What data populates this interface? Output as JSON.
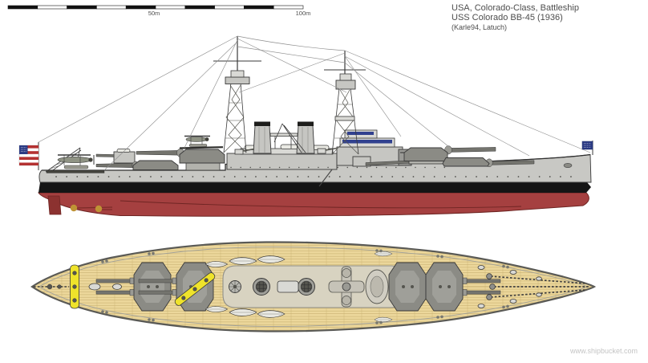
{
  "title": {
    "line1": "USA, Colorado-Class, Battleship",
    "line2": "USS Colorado BB-45 (1936)",
    "line3": "(Karle94, Latuch)"
  },
  "scale_bar": {
    "mid_label": "50m",
    "end_label": "100m"
  },
  "watermark": {
    "text": "www.shipbucket.com"
  },
  "colors": {
    "background": "#ffffff",
    "outline": "#3a3a3a",
    "hull-gray": "#c8c8c4",
    "casemate-gray": "#bcbcb8",
    "superstructure": "#c6c6c2",
    "superstructure-light": "#d9d9d5",
    "boot-stripe": "#151515",
    "hull-red": "#a54040",
    "hull-red-dark": "#6f2523",
    "deck-tan": "#ecd79b",
    "plank-line": "#c9b172",
    "deck-edge": "#5a5a56",
    "platform-tan": "#d8d3c1",
    "turret-gray": "#8b8b85",
    "turret-light": "#adada6",
    "catapult-yellow": "#efe32b",
    "window-blue": "#31418f",
    "flag-blue": "#2b3a84",
    "flag-red": "#b43232",
    "rigging": "#8f8f8f",
    "bronze": "#bf9335",
    "chain": "#3f3f3f",
    "boat-white": "#e9e9e3",
    "dark-fitting": "#55554f",
    "text-color": "#4d4d4d",
    "watermark": "#c4c4c4"
  }
}
